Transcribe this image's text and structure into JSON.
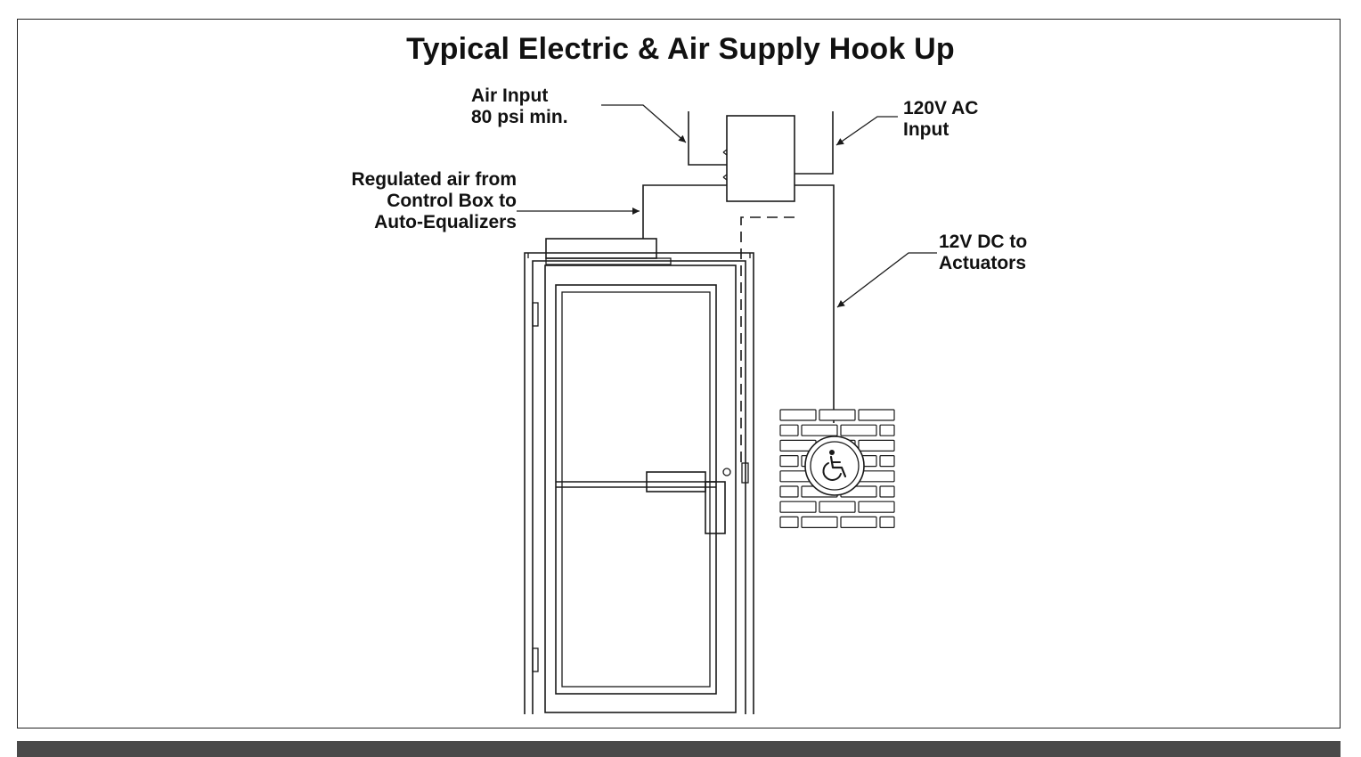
{
  "title": "Typical Electric & Air Supply Hook Up",
  "labels": {
    "air_input_line1": "Air Input",
    "air_input_line2": "80 psi min.",
    "ac_input_line1": "120V AC",
    "ac_input_line2": "Input",
    "regulated_line1": "Regulated air from",
    "regulated_line2": "Control Box to",
    "regulated_line3": "Auto-Equalizers",
    "dc_line1": "12V DC to",
    "dc_line2": "Actuators"
  },
  "icons": {
    "push_button": "wheelchair-accessibility-icon"
  },
  "colors": {
    "line": "#1a1a1a",
    "bottom_bar": "#4a4a4a",
    "background": "#ffffff"
  }
}
